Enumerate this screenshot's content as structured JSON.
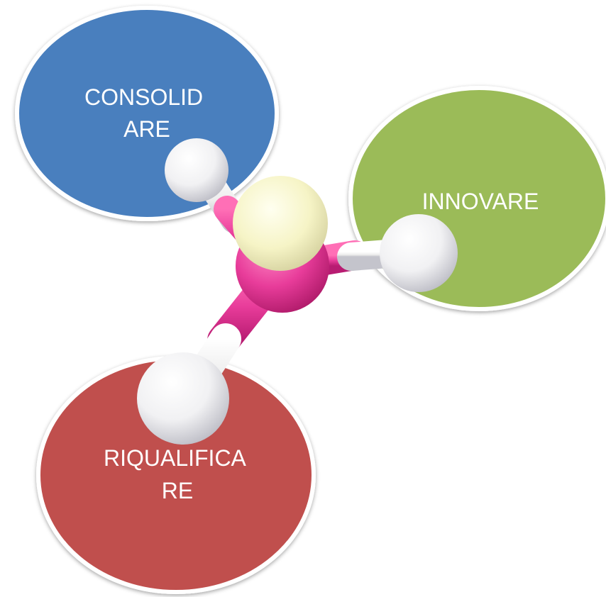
{
  "bubbles": [
    {
      "id": "consolidare",
      "lines": [
        "CONSOLID",
        "ARE"
      ],
      "color": "#4a7fbe"
    },
    {
      "id": "innovare",
      "lines": [
        "INNOVARE"
      ],
      "color": "#9bbb59"
    },
    {
      "id": "riqualificare",
      "lines": [
        "RIQUALIFICA",
        "RE"
      ],
      "color": "#c0504d"
    }
  ],
  "molecule": {
    "center_color": "#e83c9a",
    "top_atom_color": "#f6f4c6",
    "outer_atom_color": "#f2f2f2",
    "bond_colors": [
      "#e83c9a",
      "#ffffff"
    ]
  }
}
